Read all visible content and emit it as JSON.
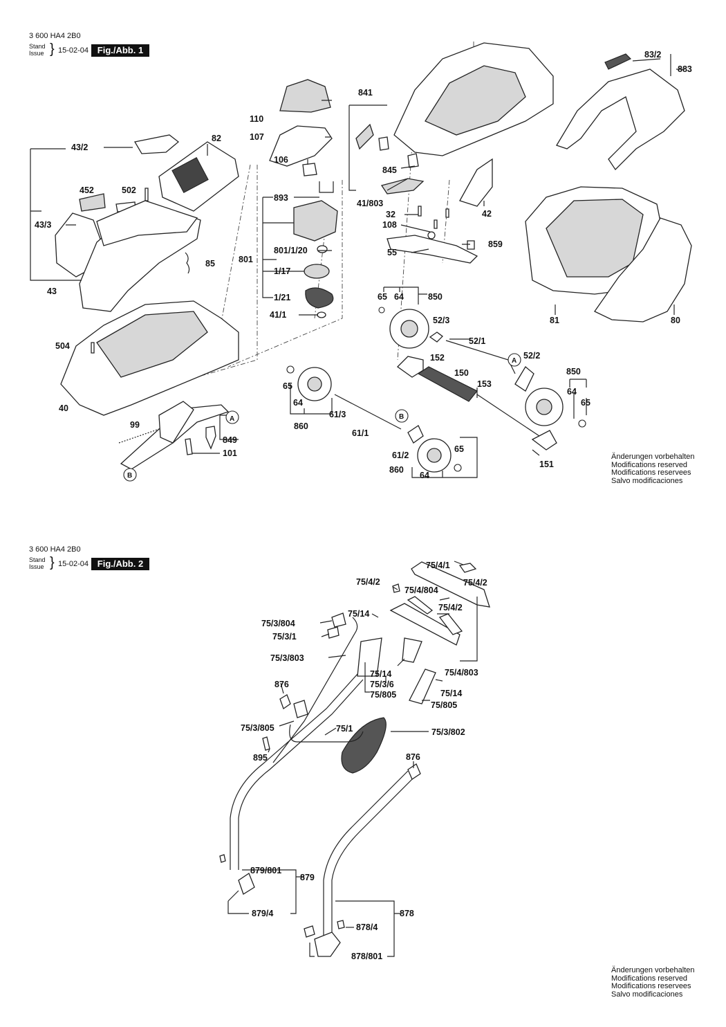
{
  "sheets": [
    {
      "code": "3 600 HA4 2B0",
      "stand_label": "Stand",
      "issue_label": "Issue",
      "brace": "}",
      "date": "15-02-04",
      "figure_label": "Fig./Abb. 1",
      "disclaimer": [
        "Änderungen vorbehalten",
        "Modifications reserved",
        "Modifications reservees",
        "Salvo modificaciones"
      ],
      "callouts": {
        "c_43_2": "43/2",
        "c_82": "82",
        "c_452": "452",
        "c_502": "502",
        "c_43_3": "43/3",
        "c_85": "85",
        "c_43": "43",
        "c_504": "504",
        "c_40": "40",
        "c_99": "99",
        "c_849": "849",
        "c_101": "101",
        "c_110": "110",
        "c_107": "107",
        "c_106": "106",
        "c_893": "893",
        "c_801": "801",
        "c_801_1_20": "801/1/20",
        "c_1_17": "1/17",
        "c_1_21": "1/21",
        "c_41_1": "41/1",
        "c_841": "841",
        "c_845": "845",
        "c_41_803": "41/803",
        "c_32": "32",
        "c_108": "108",
        "c_42": "42",
        "c_859": "859",
        "c_55": "55",
        "c_83_2": "83/2",
        "c_883": "883",
        "c_81": "81",
        "c_80": "80",
        "c_65a": "65",
        "c_64a": "64",
        "c_850a": "850",
        "c_52_3": "52/3",
        "c_52_1": "52/1",
        "c_52_2": "52/2",
        "c_152": "152",
        "c_150": "150",
        "c_153": "153",
        "c_850b": "850",
        "c_64b": "64",
        "c_65b": "65",
        "c_65c": "65",
        "c_64c": "64",
        "c_860a": "860",
        "c_61_3": "61/3",
        "c_61_1": "61/1",
        "c_61_2": "61/2",
        "c_65d": "65",
        "c_860b": "860",
        "c_64d": "64",
        "c_151": "151",
        "ref_a1": "A",
        "ref_a2": "A",
        "ref_b1": "B",
        "ref_b2": "B"
      }
    },
    {
      "code": "3 600 HA4 2B0",
      "stand_label": "Stand",
      "issue_label": "Issue",
      "brace": "}",
      "date": "15-02-04",
      "figure_label": "Fig./Abb. 2",
      "disclaimer": [
        "Änderungen vorbehalten",
        "Modifications reserved",
        "Modifications reservees",
        "Salvo modificaciones"
      ],
      "callouts": {
        "c_75_4_1": "75/4/1",
        "c_75_4_2a": "75/4/2",
        "c_75_4_2b": "75/4/2",
        "c_75_4_804": "75/4/804",
        "c_75_4_2c": "75/4/2",
        "c_75_14a": "75/14",
        "c_75_3_804": "75/3/804",
        "c_75_3_1": "75/3/1",
        "c_75_3_803": "75/3/803",
        "c_75_14b": "75/14",
        "c_75_3_6": "75/3/6",
        "c_75_805a": "75/805",
        "c_75_4_803": "75/4/803",
        "c_75_14c": "75/14",
        "c_75_805b": "75/805",
        "c_876a": "876",
        "c_75_3_805": "75/3/805",
        "c_75_1": "75/1",
        "c_75_3_802": "75/3/802",
        "c_895": "895",
        "c_876b": "876",
        "c_879_801": "879/801",
        "c_879": "879",
        "c_879_4": "879/4",
        "c_878": "878",
        "c_878_4": "878/4",
        "c_878_801": "878/801"
      }
    }
  ]
}
